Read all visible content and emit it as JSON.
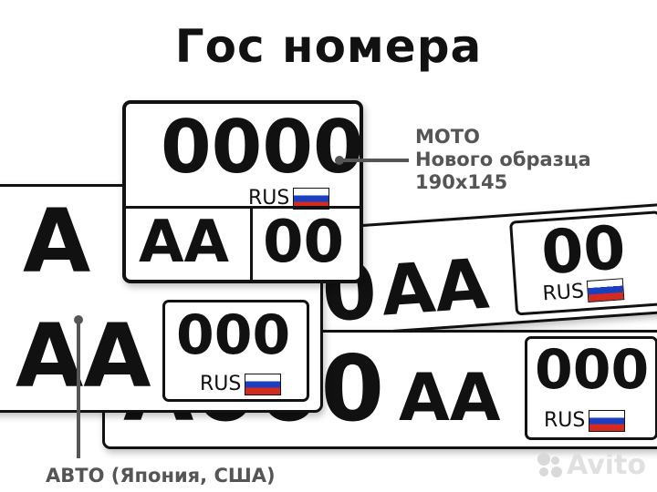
{
  "title": "Гос номера",
  "moto": {
    "top": "0000",
    "bottom_left": "АА",
    "bottom_right": "00",
    "rus": "RUS",
    "label_line1": "МОТО",
    "label_line2": "Нового образца",
    "label_line3": "190х145"
  },
  "auto": {
    "top_left": "А",
    "top_partial": "0",
    "bottom_left": "АА",
    "digits": "000",
    "rus": "RUS",
    "label": "АВТО (Япония, США)"
  },
  "right_upper": {
    "chars_partial": "0",
    "letters": "АА",
    "region": "00",
    "rus": "RUS"
  },
  "right_lower": {
    "chars": "А000",
    "letters": "АА",
    "region": "000",
    "rus": "RUS"
  },
  "watermark": "Avito",
  "colors": {
    "flag_white": "#ffffff",
    "flag_blue": "#1a3fc1",
    "flag_red": "#d52b1e",
    "label_gray": "#555555"
  }
}
